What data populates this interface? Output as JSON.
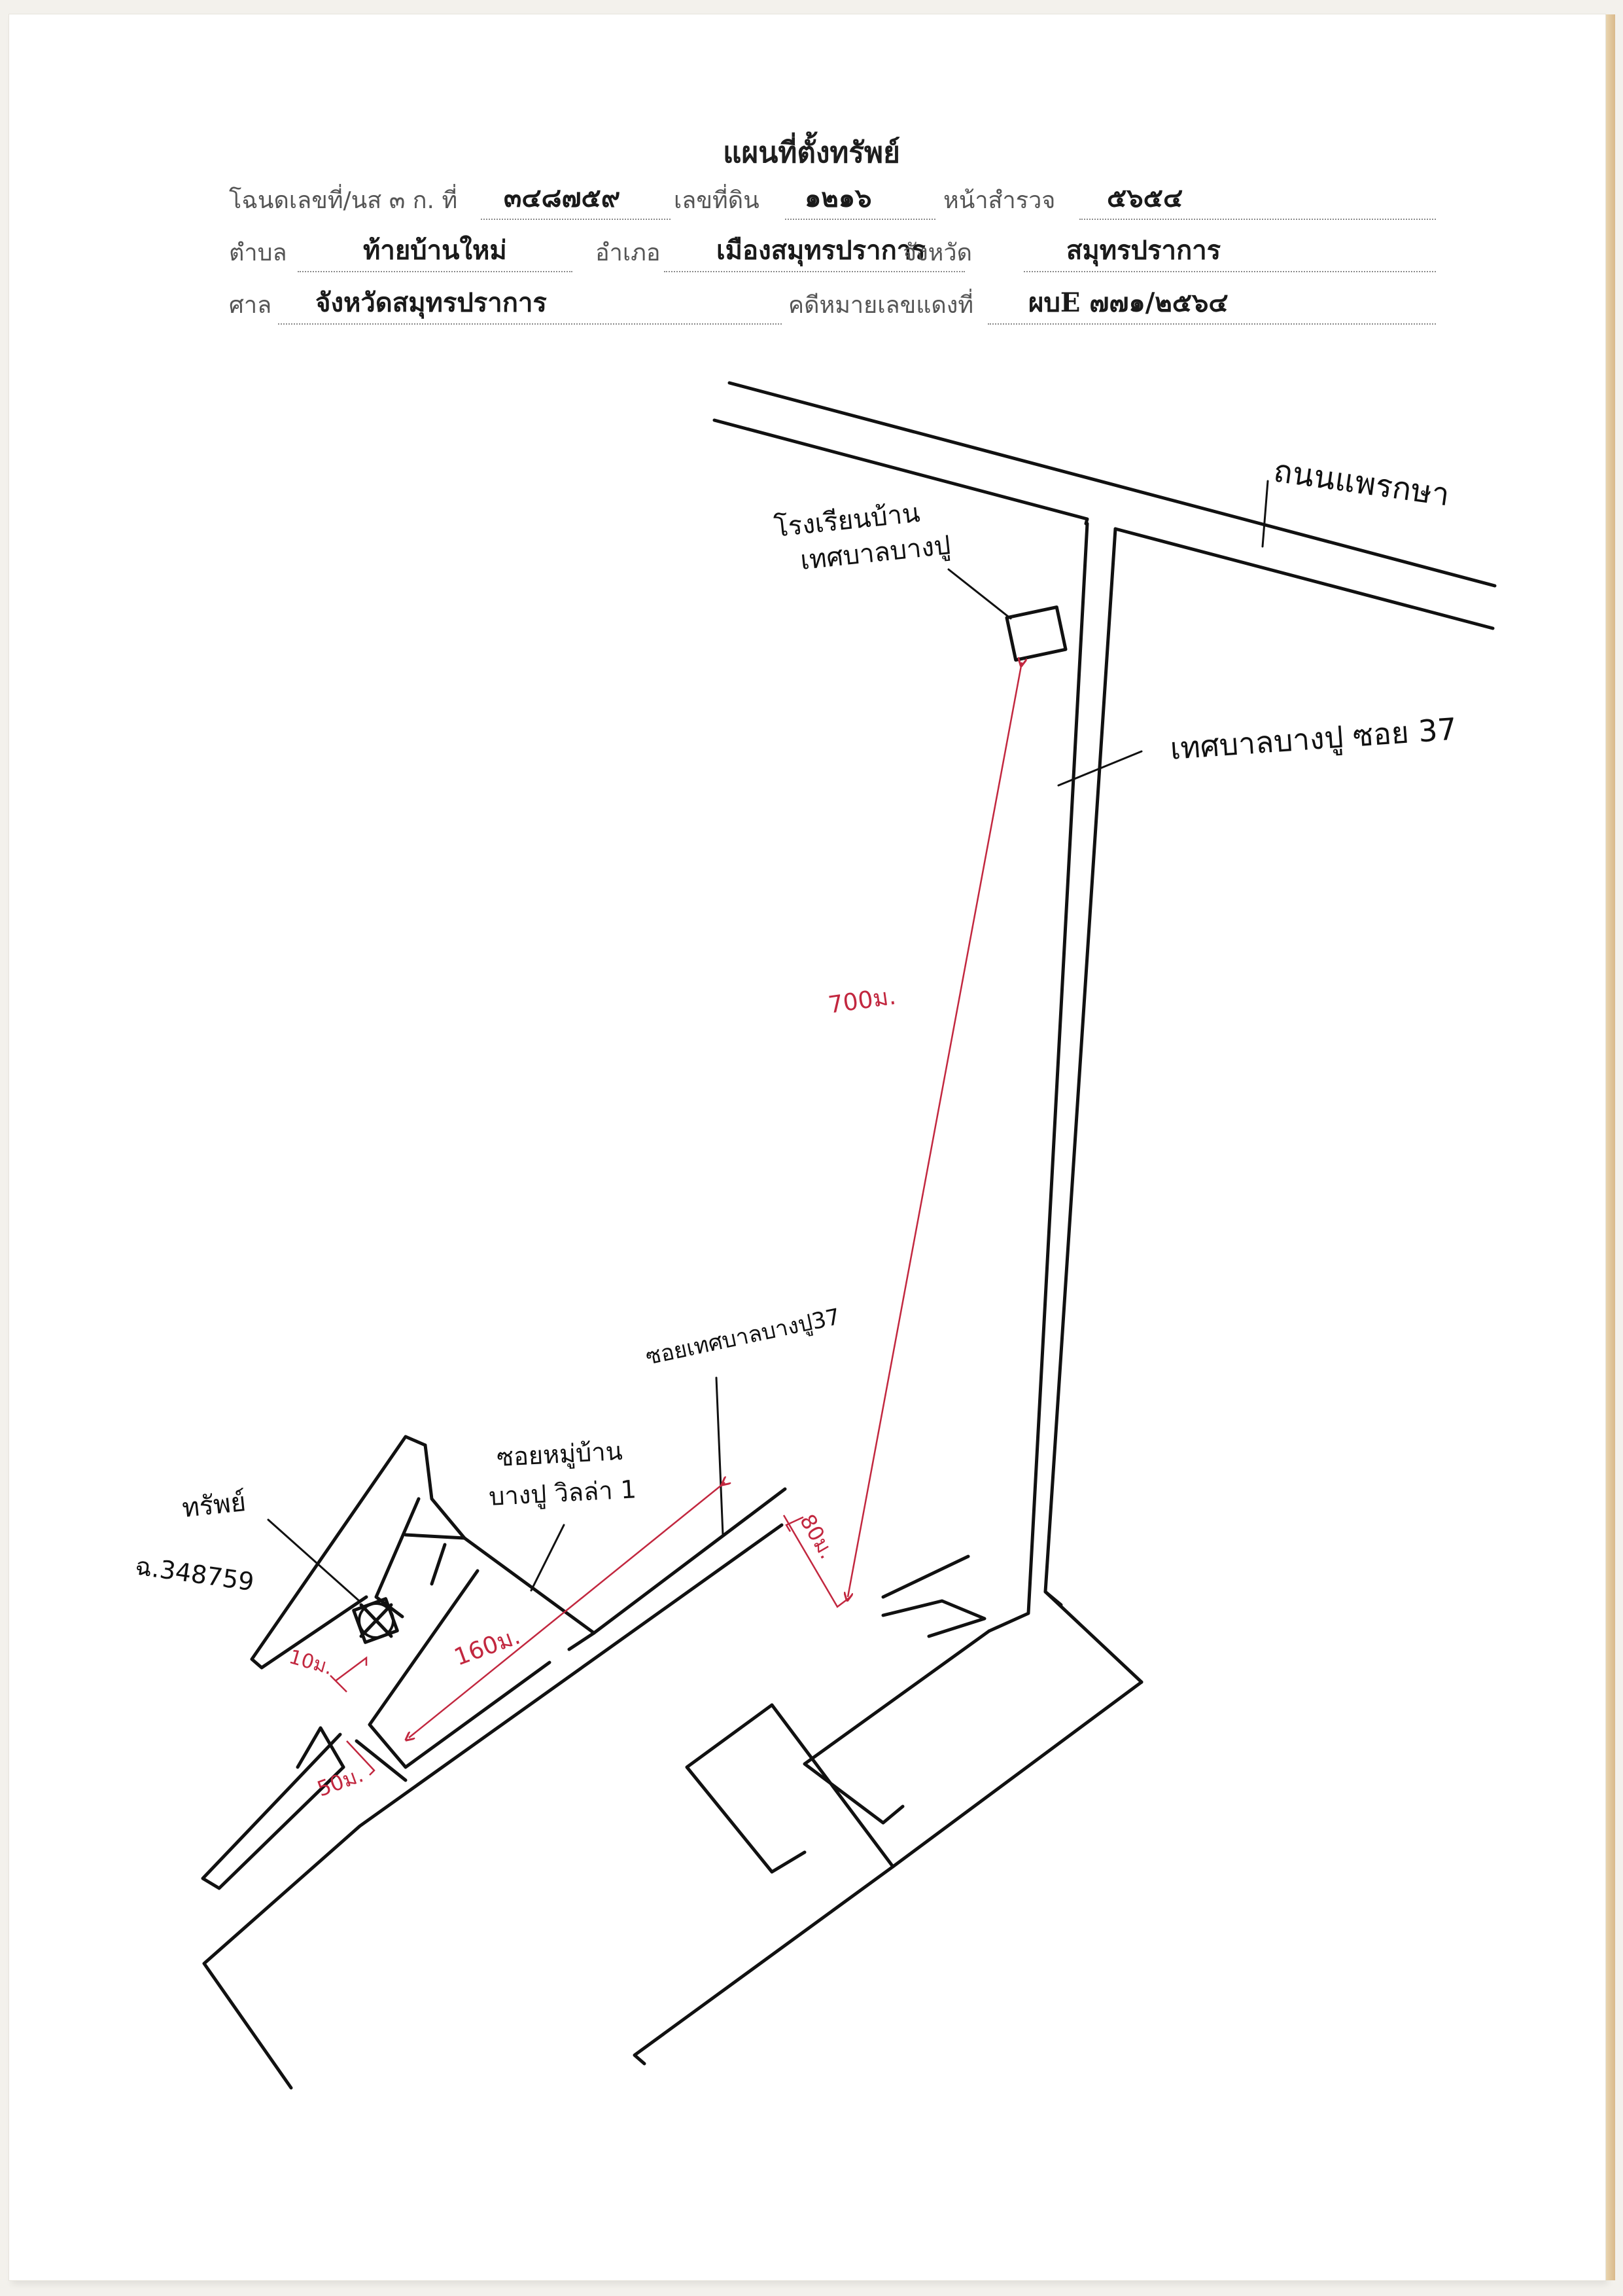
{
  "document": {
    "title": "แผนที่ตั้งทรัพย์",
    "row1": {
      "deed_label": "โฉนดเลขที่/นส ๓ ก. ที่",
      "deed_value": "๓๔๘๗๕๙",
      "land_no_label": "เลขที่ดิน",
      "land_no_value": "๑๒๑๖",
      "survey_page_label": "หน้าสำรวจ",
      "survey_page_value": "๕๖๕๔"
    },
    "row2": {
      "subdistrict_label": "ตำบล",
      "subdistrict_value": "ท้ายบ้านใหม่",
      "district_label": "อำเภอ",
      "district_value": "เมืองสมุทรปราการ",
      "province_label": "จังหวัด",
      "province_value": "สมุทรปราการ"
    },
    "row3": {
      "court_label": "ศาล",
      "court_value": "จังหวัดสมุทรปราการ",
      "case_label": "คดีหมายเลขแดงที่",
      "case_value": "ผบE ๗๗๑/๒๕๖๔"
    }
  },
  "map": {
    "road_main": "ถนนแพรกษา",
    "school": [
      "โรงเรียนบ้าน",
      "เทศบาลบางปู"
    ],
    "soi_37": "เทศบาลบางปู ซอย 37",
    "soi_village_1": [
      "ซอยหมู่บ้าน",
      "บางปู วิลล่า 1"
    ],
    "soi_municipal": "ซอยเทศบาลบางปู37",
    "property": [
      "ทรัพย์",
      "ฉ.348759"
    ],
    "distances": {
      "d700": "700ม.",
      "d80": "80ม.",
      "d160": "160ม.",
      "d10": "10ม.",
      "d50": "50ม."
    },
    "colors": {
      "ink": "#111111",
      "distance_ink": "#c2273f"
    }
  }
}
